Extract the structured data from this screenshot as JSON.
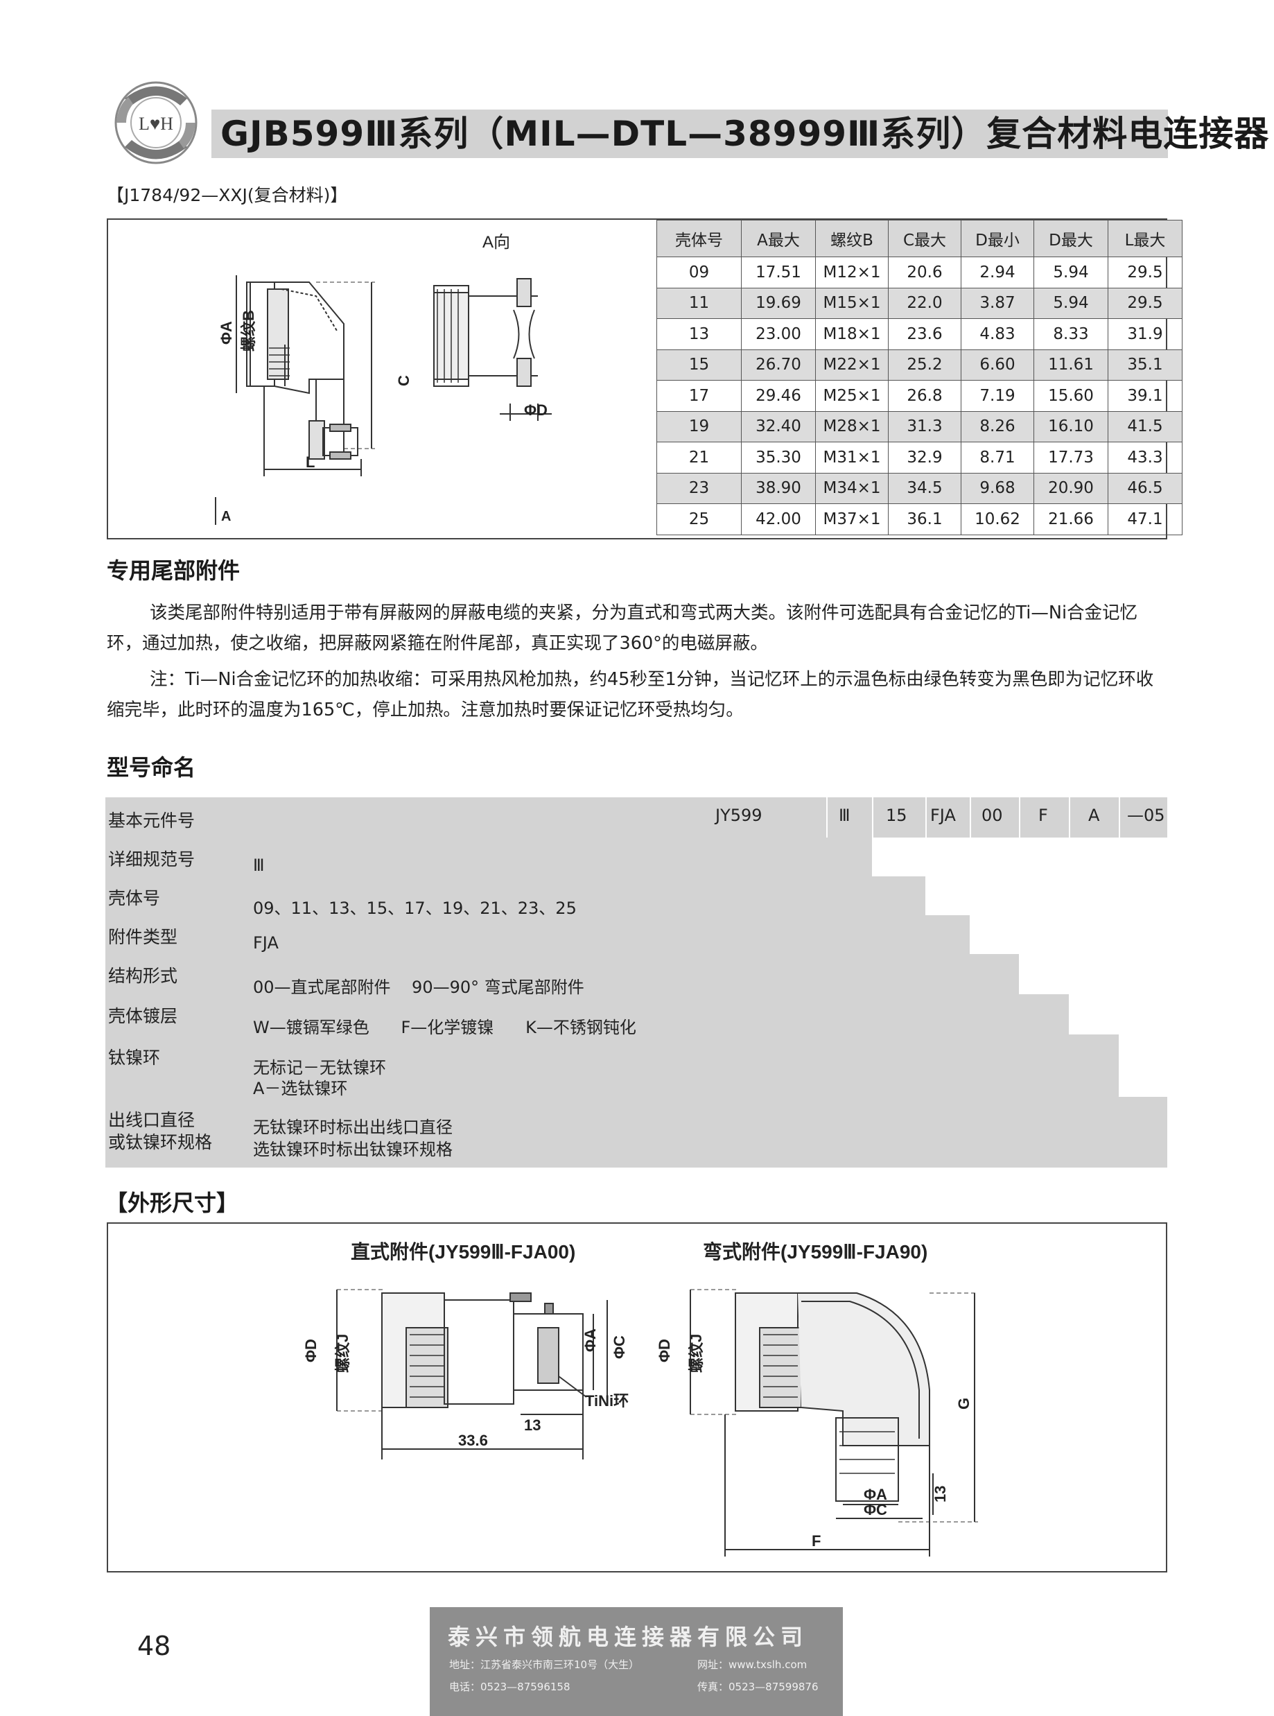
{
  "header": {
    "logo_text": "L♥H",
    "title": "GJB599Ⅲ系列（MIL—DTL—38999Ⅲ系列）复合材料电连接器",
    "subtitle": "【J1784/92—XXJ(复合材料)】"
  },
  "top_drawing": {
    "labels": {
      "a_view": "A向",
      "phi_a": "ΦA",
      "thread_b": "螺纹B",
      "c": "C",
      "l": "L",
      "phi_d": "ΦD",
      "arrow_a": "A"
    }
  },
  "spec_table": {
    "headers": [
      "壳体号",
      "A最大",
      "螺纹B",
      "C最大",
      "D最小",
      "D最大",
      "L最大"
    ],
    "rows": [
      [
        "09",
        "17.51",
        "M12×1",
        "20.6",
        "2.94",
        "5.94",
        "29.5"
      ],
      [
        "11",
        "19.69",
        "M15×1",
        "22.0",
        "3.87",
        "5.94",
        "29.5"
      ],
      [
        "13",
        "23.00",
        "M18×1",
        "23.6",
        "4.83",
        "8.33",
        "31.9"
      ],
      [
        "15",
        "26.70",
        "M22×1",
        "25.2",
        "6.60",
        "11.61",
        "35.1"
      ],
      [
        "17",
        "29.46",
        "M25×1",
        "26.8",
        "7.19",
        "15.60",
        "39.1"
      ],
      [
        "19",
        "32.40",
        "M28×1",
        "31.3",
        "8.26",
        "16.10",
        "41.5"
      ],
      [
        "21",
        "35.30",
        "M31×1",
        "32.9",
        "8.71",
        "17.73",
        "43.3"
      ],
      [
        "23",
        "38.90",
        "M34×1",
        "34.5",
        "9.68",
        "20.90",
        "46.5"
      ],
      [
        "25",
        "42.00",
        "M37×1",
        "36.1",
        "10.62",
        "21.66",
        "47.1"
      ]
    ]
  },
  "accessory": {
    "title": "专用尾部附件",
    "para1": "该类尾部附件特别适用于带有屏蔽网的屏蔽电缆的夹紧，分为直式和弯式两大类。该附件可选配具有合金记忆的Ti—Ni合金记忆环，通过加热，使之收缩，把屏蔽网紧箍在附件尾部，真正实现了360°的电磁屏蔽。",
    "para2": "注：Ti—Ni合金记忆环的加热收缩：可采用热风枪加热，约45秒至1分钟，当记忆环上的示温色标由绿色转变为黑色即为记忆环收缩完毕，此时环的温度为165℃，停止加热。注意加热时要保证记忆环受热均匀。"
  },
  "naming": {
    "title": "型号命名",
    "codes": [
      "JY599",
      "Ⅲ",
      "15",
      "FJA",
      "00",
      "F",
      "A",
      "—05"
    ],
    "rows": [
      {
        "label": "基本元件号",
        "value": ""
      },
      {
        "label": "详细规范号",
        "value": "Ⅲ"
      },
      {
        "label": "壳体号",
        "value": "09、11、13、15、17、19、21、23、25"
      },
      {
        "label": "附件类型",
        "value": "FJA"
      },
      {
        "label": "结构形式",
        "value": "00—直式尾部附件    90—90° 弯式尾部附件"
      },
      {
        "label": "壳体镀层",
        "value": "W—镀镉军绿色      F—化学镀镍      K—不锈钢钝化"
      },
      {
        "label": "钛镍环",
        "value": "无标记－无钛镍环",
        "value2": "A－选钛镍环"
      },
      {
        "label": "出线口直径",
        "label2": "或钛镍环规格",
        "value": "无钛镍环时标出出线口直径",
        "value2": "选钛镍环时标出钛镍环规格"
      }
    ]
  },
  "outline": {
    "title": "【外形尺寸】",
    "straight_title": "直式附件(JY599Ⅲ-FJA00)",
    "elbow_title": "弯式附件(JY599Ⅲ-FJA90)",
    "straight_labels": {
      "phi_d": "ΦD",
      "thread_j": "螺纹J",
      "phi_a": "ΦA",
      "phi_c": "ΦC",
      "tini": "TiNi环",
      "dim13": "13",
      "dim336": "33.6"
    },
    "elbow_labels": {
      "phi_d": "ΦD",
      "thread_j": "螺纹J",
      "g": "G",
      "dim13": "13",
      "phi_a": "ΦA",
      "phi_c": "ΦC",
      "f": "F"
    }
  },
  "footer": {
    "page_number": "48",
    "company": "泰兴市领航电连接器有限公司",
    "address": "地址：江苏省泰兴市南三环10号（大生）",
    "website": "网址：www.txslh.com",
    "phone": "电话：0523—87596158",
    "fax": "传真：0523—87599876"
  }
}
